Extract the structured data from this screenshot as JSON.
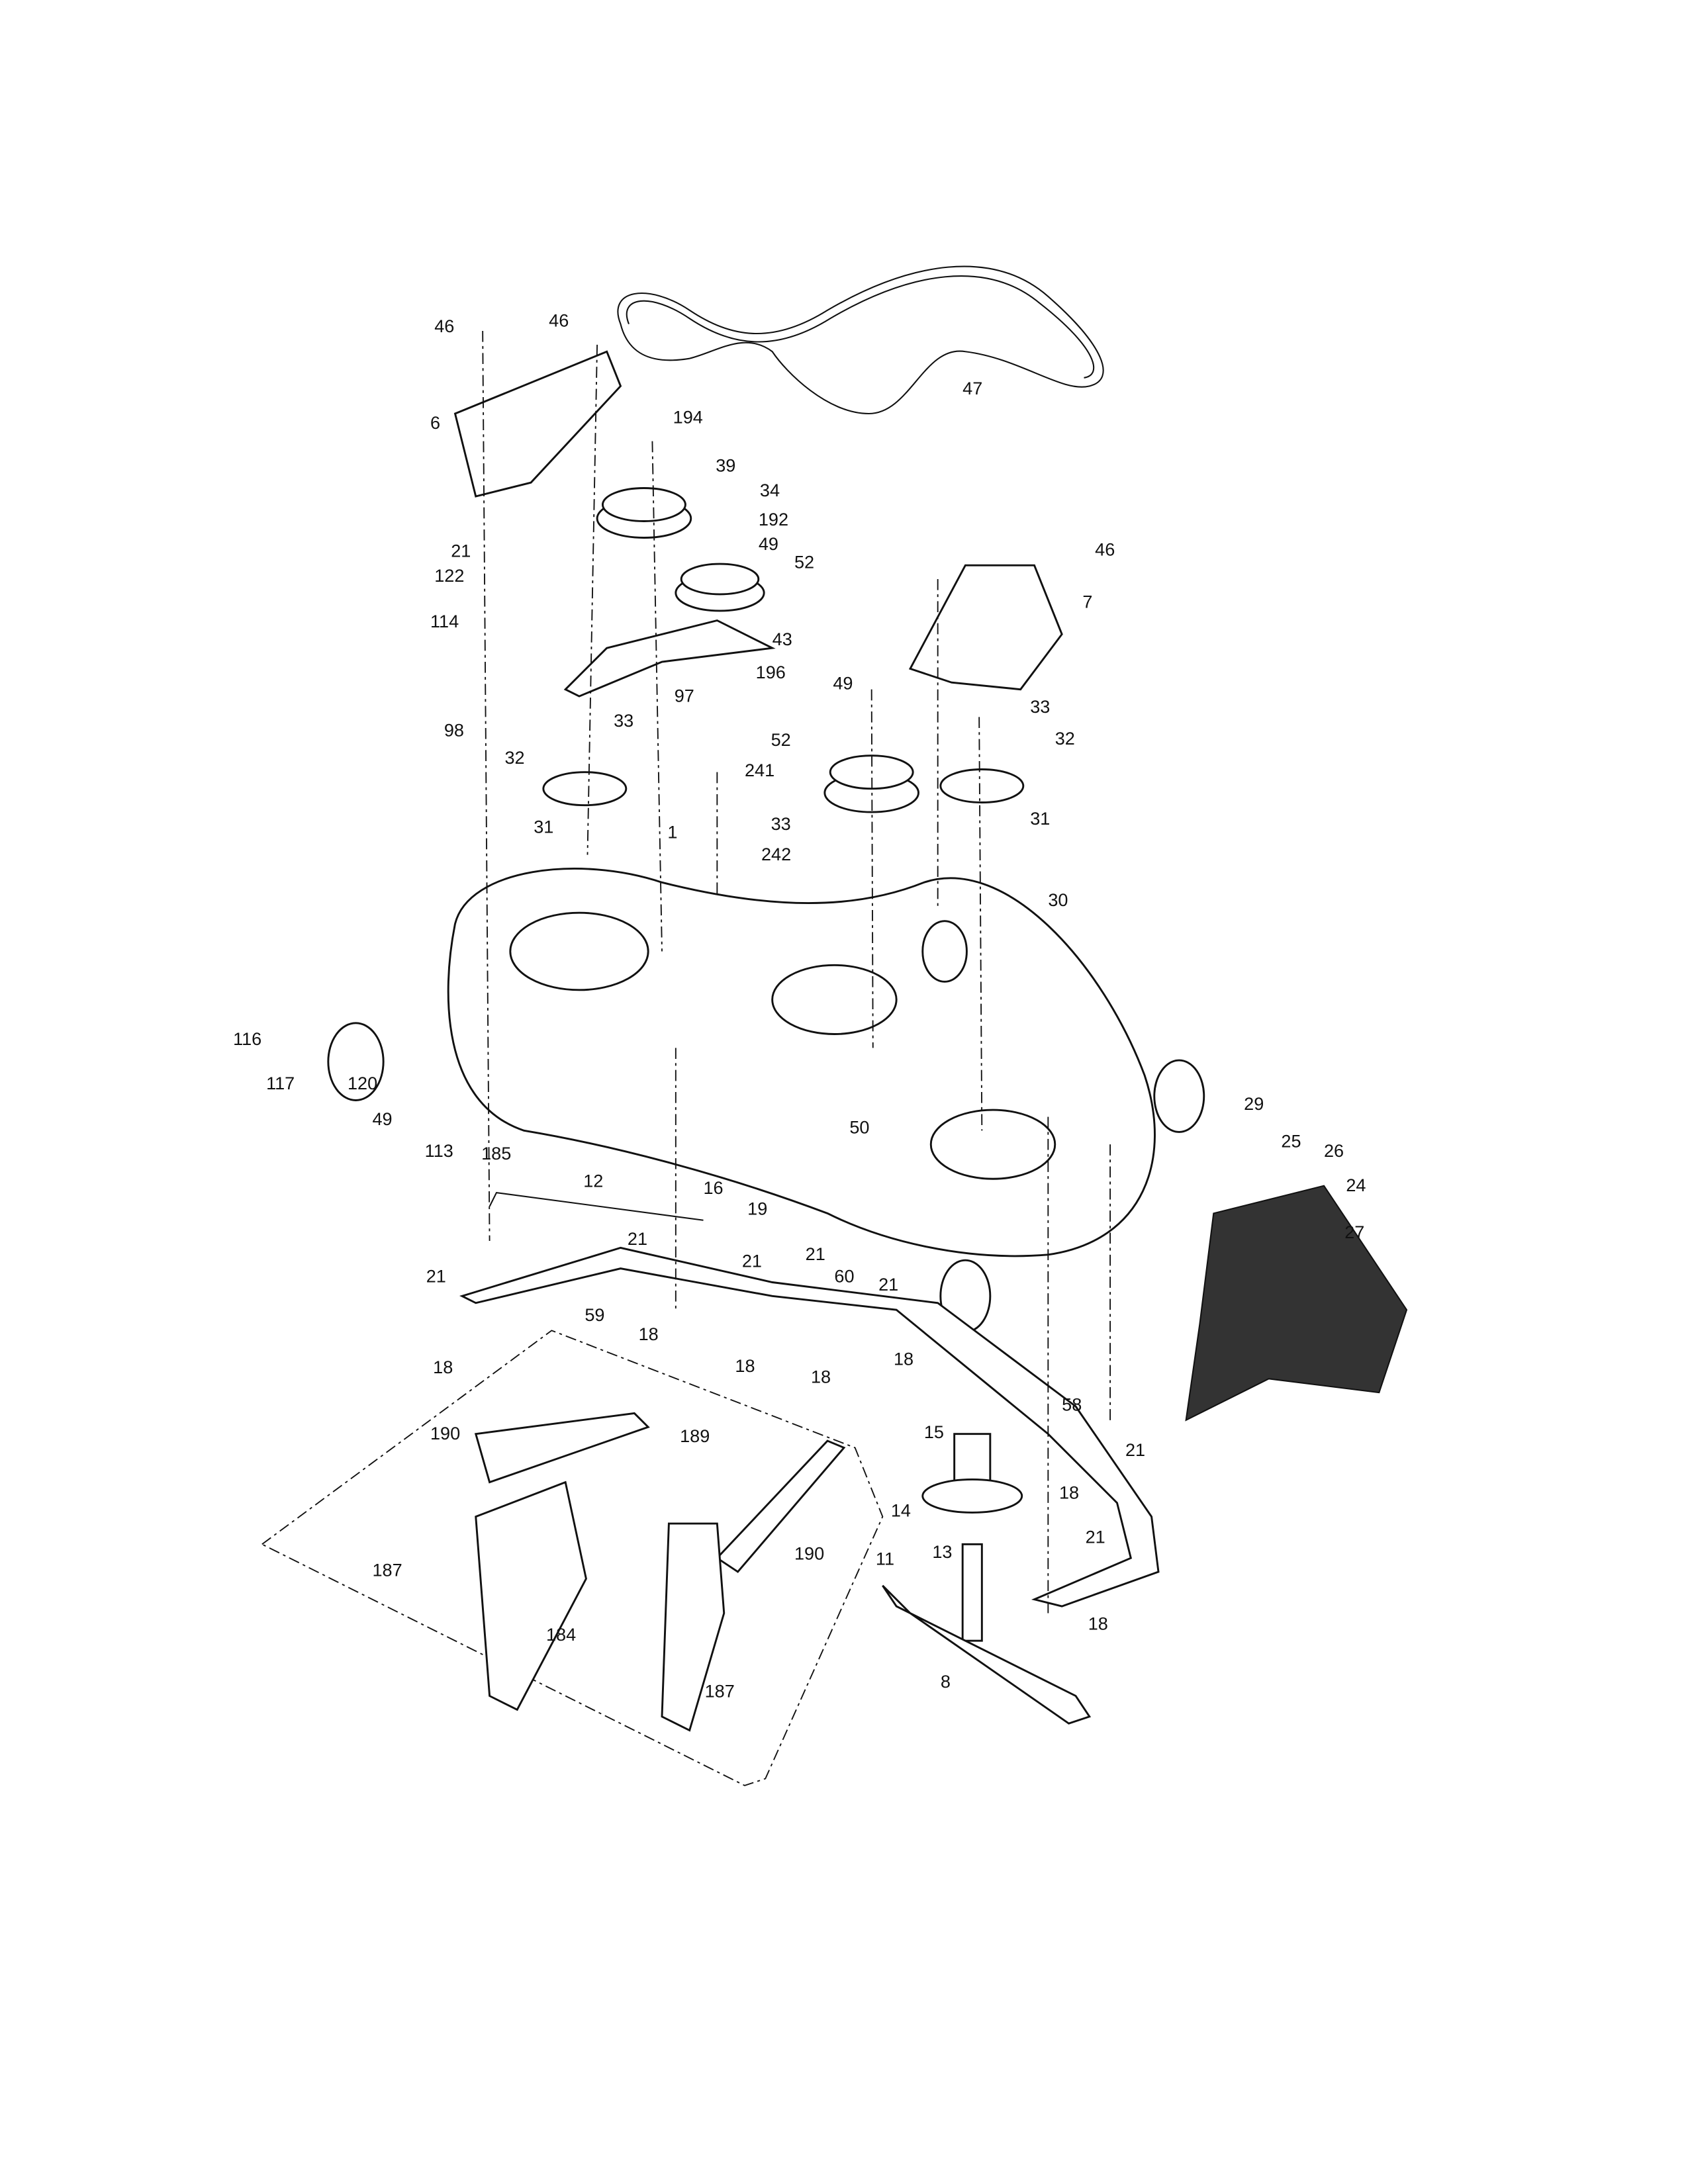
{
  "diagram": {
    "title": "Mower deck parts diagram",
    "part_labels": [
      "46",
      "46",
      "47",
      "6",
      "194",
      "39",
      "34",
      "192",
      "49",
      "52",
      "46",
      "7",
      "21",
      "122",
      "114",
      "43",
      "196",
      "97",
      "98",
      "49",
      "33",
      "33",
      "32",
      "52",
      "32",
      "241",
      "1",
      "242",
      "33",
      "31",
      "31",
      "30",
      "116",
      "117",
      "120",
      "49",
      "113",
      "185",
      "50",
      "29",
      "25",
      "26",
      "24",
      "27",
      "12",
      "16",
      "19",
      "21",
      "21",
      "21",
      "21",
      "60",
      "21",
      "59",
      "18",
      "18",
      "18",
      "18",
      "18",
      "58",
      "15",
      "21",
      "189",
      "190",
      "14",
      "18",
      "21",
      "190",
      "187",
      "11",
      "13",
      "184",
      "18",
      "187",
      "8"
    ]
  }
}
